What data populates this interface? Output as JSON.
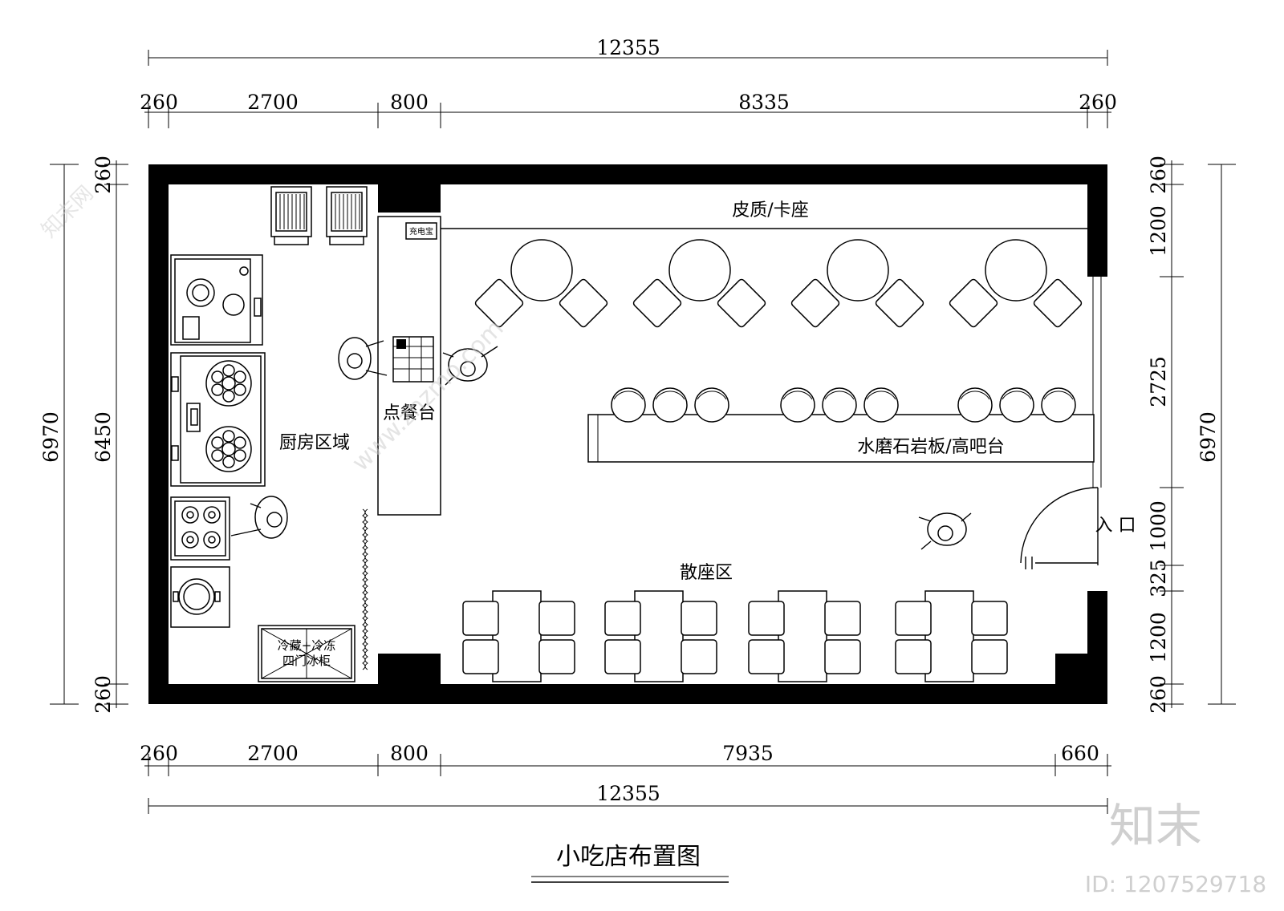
{
  "title": "小吃店布置图",
  "dimensions": {
    "top_total": "12355",
    "top_segments": [
      "260",
      "2700",
      "800",
      "8335",
      "260"
    ],
    "bottom_segments": [
      "260",
      "2700",
      "800",
      "7935",
      "660"
    ],
    "bottom_total": "12355",
    "left_total": "6970",
    "left_inner": "6450",
    "left_top": "260",
    "left_bottom": "260",
    "right_total": "6970",
    "right_segments": [
      "260",
      "1200",
      "2725",
      "1000",
      "325",
      "1200",
      "260"
    ]
  },
  "labels": {
    "booth": "皮质/卡座",
    "bar_counter": "水磨石岩板/高吧台",
    "order_counter": "点餐台",
    "kitchen": "厨房区域",
    "seating": "散座区",
    "entrance": "入 口",
    "charger": "充电宝",
    "freezer_line1": "冷藏+冷冻",
    "freezer_line2": "四门冰柜"
  },
  "watermark": {
    "brand": "知末",
    "id": "ID: 1207529718",
    "url": "www.znzmo.com",
    "site": "知末网"
  }
}
